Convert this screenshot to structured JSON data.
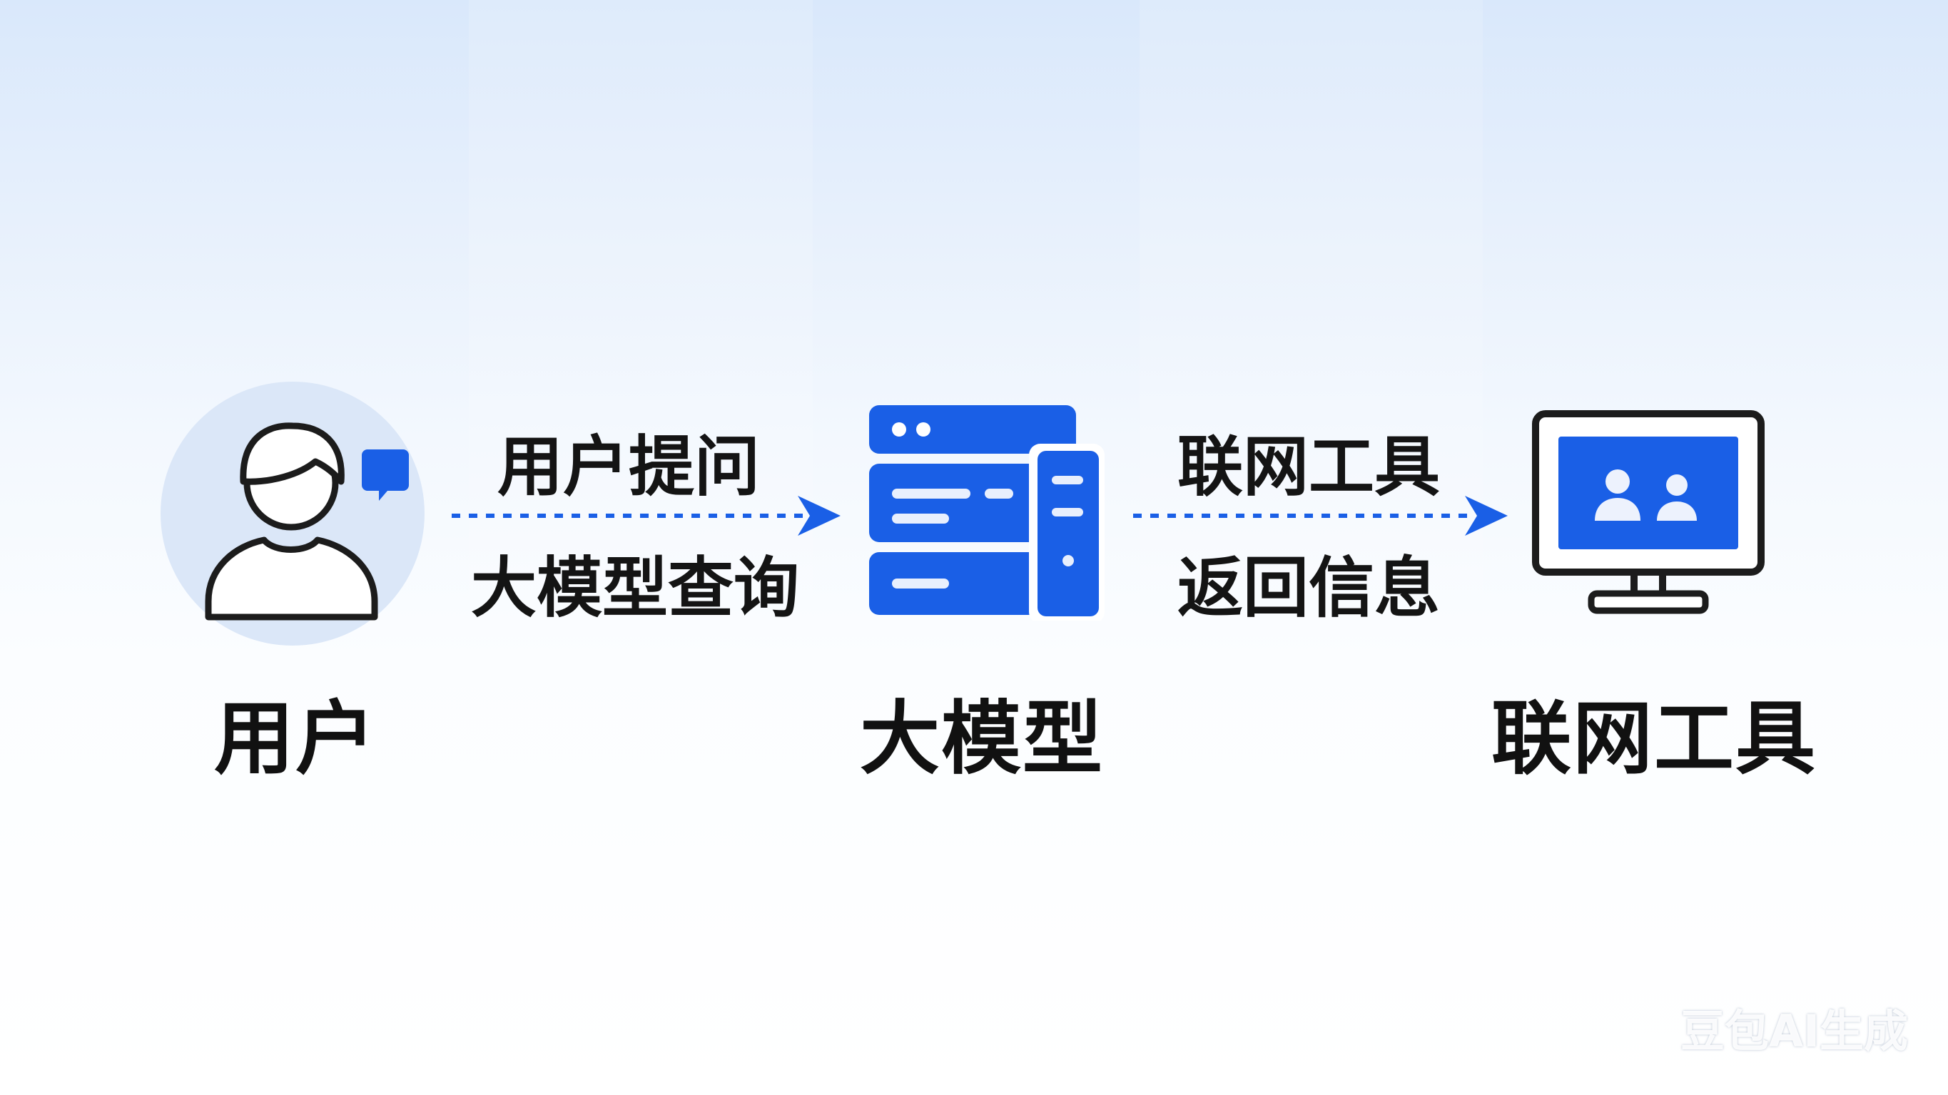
{
  "nodes": {
    "user": {
      "label": "用户",
      "icon": "user-icon"
    },
    "llm": {
      "label": "大模型",
      "icon": "server-icon"
    },
    "web_tool": {
      "label": "联网工具",
      "icon": "monitor-icon"
    }
  },
  "edges": [
    {
      "from": "user",
      "to": "llm",
      "label_top": "用户提问",
      "label_bottom": "大模型查询"
    },
    {
      "from": "llm",
      "to": "web_tool",
      "label_top": "联网工具",
      "label_bottom": "返回信息"
    }
  ],
  "colors": {
    "accent": "#1a5fe6",
    "user_circle": "#dde8f8",
    "outline": "#1c1c1c"
  },
  "watermark": "豆包AI生成"
}
